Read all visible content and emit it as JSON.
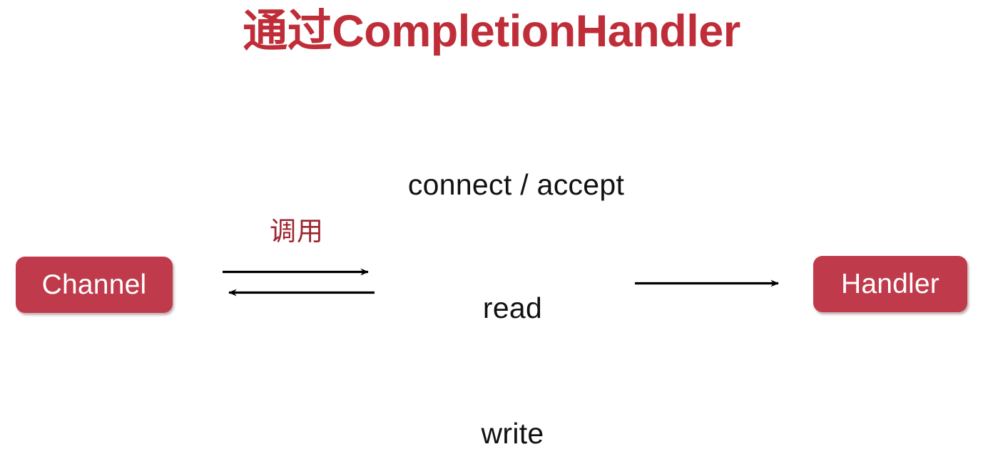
{
  "slide": {
    "title": "通过CompletionHandler",
    "title_color": "#bf2d38",
    "background_color": "#ffffff"
  },
  "nodes": [
    {
      "id": "channel",
      "label": "Channel",
      "fill_color": "#bf3b4c",
      "text_color": "#ffffff"
    },
    {
      "id": "handler",
      "label": "Handler",
      "fill_color": "#bf3b4c",
      "text_color": "#ffffff"
    }
  ],
  "labels": {
    "invoke": "调用",
    "invoke_color": "#9e2430",
    "connect_accept": "connect / accept",
    "read": "read",
    "write": "write",
    "text_color": "#111111"
  },
  "arrows": [
    {
      "id": "channel-to-middle",
      "direction": "right",
      "color": "#000000",
      "description": "call arrow from Channel pointing right"
    },
    {
      "id": "middle-to-channel",
      "direction": "left",
      "color": "#000000",
      "description": "return arrow pointing back to Channel"
    },
    {
      "id": "middle-to-handler",
      "direction": "right",
      "color": "#000000",
      "description": "arrow pointing right to Handler"
    }
  ]
}
